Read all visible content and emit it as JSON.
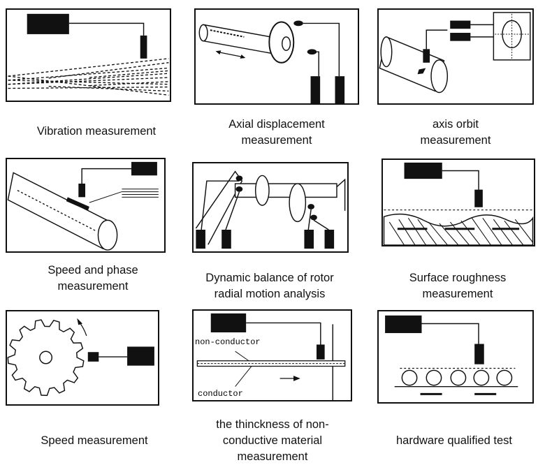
{
  "captions": {
    "vibration": [
      "Vibration measurement"
    ],
    "axial": [
      "Axial displacement",
      "measurement"
    ],
    "orbit": [
      "axis orbit",
      "measurement"
    ],
    "speed_phase": [
      "Speed and phase",
      "measurement"
    ],
    "balance": [
      "Dynamic balance of rotor",
      "radial motion analysis"
    ],
    "roughness": [
      "Surface roughness",
      "measurement"
    ],
    "speed": [
      "Speed measurement"
    ],
    "thickness": [
      "the thinckness of non-",
      "conductive material",
      "measurement"
    ],
    "hardware": [
      "hardware qualified test"
    ]
  },
  "labels": {
    "non_conductor": "non-conductor",
    "conductor": "conductor"
  },
  "colors": {
    "ink": "#111111",
    "background": "#ffffff"
  }
}
